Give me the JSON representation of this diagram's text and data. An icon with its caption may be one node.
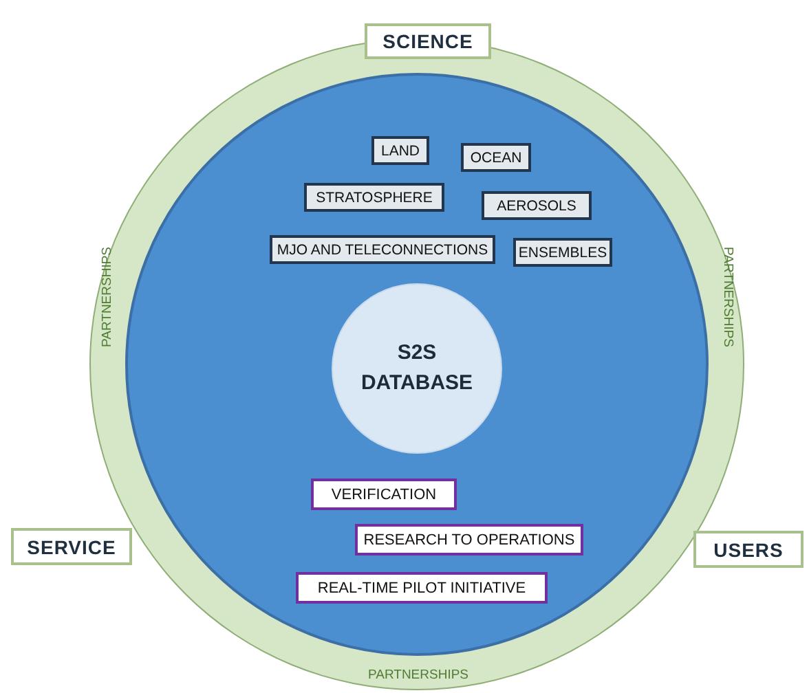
{
  "diagram": {
    "nodes": [
      {
        "text": [
          "PARTNERSHIPS",
          "PARTNERSHIPS",
          "PARTNERSHIPS"
        ]
      },
      {
        "text": [],
        "shape": "circle",
        "in": 0
      },
      {
        "text": [
          "LAND"
        ],
        "in": 1
      },
      {
        "text": [
          "OCEAN"
        ],
        "in": 1
      },
      {
        "text": [
          "STRATOSPHERE"
        ],
        "in": 1
      },
      {
        "text": [
          "AEROSOLS"
        ],
        "in": 1
      },
      {
        "text": [
          "MJO AND TELECONNECTIONS"
        ],
        "in": 1
      },
      {
        "text": [
          "ENSEMBLES"
        ],
        "in": 1
      },
      {
        "text": [
          "S2S DATABASE"
        ],
        "in": 1
      },
      {
        "text": [
          "VERIFICATION"
        ],
        "in": 1
      },
      {
        "text": [
          "RESEARCH TO OPERATIONS"
        ],
        "in": 1
      },
      {
        "text": [
          "REAL-TIME PILOT INITIATIVE"
        ],
        "in": 1
      },
      {
        "text": [
          "SCIENCE"
        ]
      },
      {
        "text": [
          "SERVICE"
        ]
      },
      {
        "text": [
          "USERS"
        ]
      }
    ],
    "edges": []
  }
}
